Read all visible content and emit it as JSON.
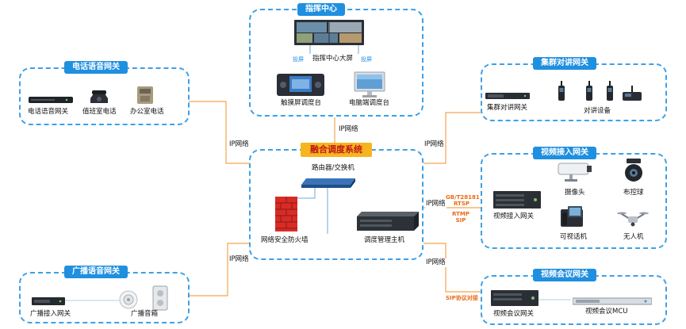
{
  "center": {
    "title": "融合调度系统",
    "router_label": "路由器/交换机",
    "firewall_label": "网络安全防火墙",
    "server_label": "调度管理主机"
  },
  "command": {
    "title": "指挥中心",
    "big_screen_label": "指挥中心大屏",
    "cast_left": "投屏",
    "cast_right": "投屏",
    "touch_console_label": "触摸屏调度台",
    "pc_console_label": "电脑端调度台"
  },
  "phone": {
    "title": "电话语音网关",
    "gateway_label": "电话语音网关",
    "duty_phone_label": "值班室电话",
    "office_phone_label": "办公室电话"
  },
  "trunk": {
    "title": "集群对讲网关",
    "gateway_label": "集群对讲网关",
    "devices_label": "对讲设备"
  },
  "video_access": {
    "title": "视频接入网关",
    "gateway_label": "视频接入网关",
    "camera_label": "摄像头",
    "ptz_label": "布控球",
    "videophone_label": "可视话机",
    "drone_label": "无人机"
  },
  "video_conf": {
    "title": "视频会议网关",
    "gateway_label": "视频会议网关",
    "mcu_label": "视频会议MCU"
  },
  "broadcast": {
    "title": "广播语音网关",
    "gateway_label": "广播接入网关",
    "speaker_label": "广播音箱"
  },
  "links": {
    "ip_top": "IP网络",
    "ip_left_upper": "IP网络",
    "ip_left_lower": "IP网络",
    "ip_right_upper": "IP网络",
    "ip_right_mid": "IP网络",
    "ip_right_lower": "IP网络"
  },
  "protocols": {
    "video_upper": "GB/T28181\nRTSP",
    "video_lower": "RTMP\nSIP",
    "conference": "SIP协议对接"
  },
  "colors": {
    "accent_blue": "#1f8fe0",
    "dashed_border": "#3ea0e6",
    "link_orange": "#f5a452",
    "core_yellow": "#f6b51f",
    "core_text_red": "#c0161a",
    "protocol_orange": "#ec6a15"
  }
}
